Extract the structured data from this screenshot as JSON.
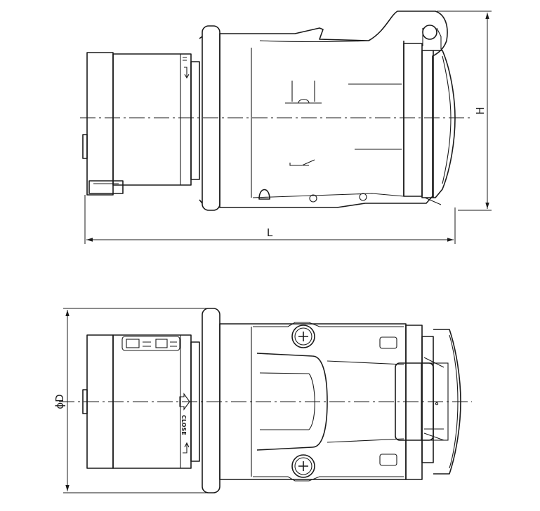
{
  "drawing": {
    "side_view": {
      "dimension_length_label": "L",
      "dimension_height_label": "H"
    },
    "top_view": {
      "dimension_diameter_label": "ϕD",
      "ring_marking_text": "CLOSE"
    }
  }
}
